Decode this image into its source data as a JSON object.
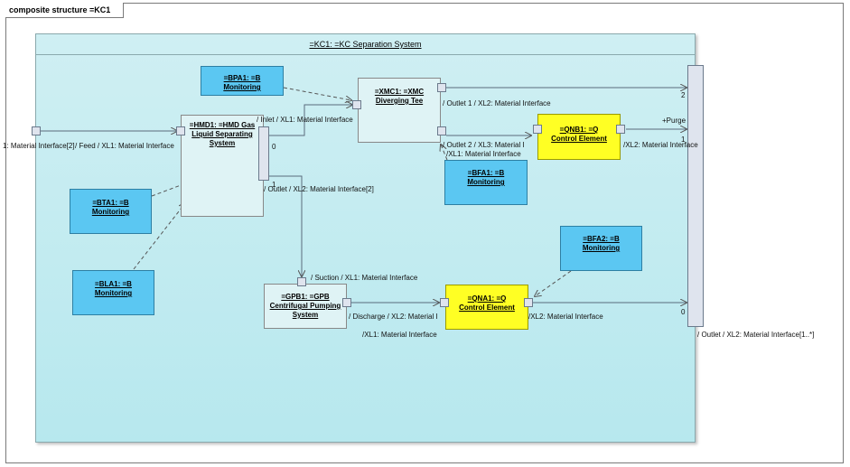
{
  "frame": {
    "title": "composite structure =KC1"
  },
  "container": {
    "title": "=KC1: =KC Separation System"
  },
  "parts": {
    "hmd1": {
      "l1": "=HMD1: =HMD Gas",
      "l2": "Liquid Separating",
      "l3": "System"
    },
    "xmc1": {
      "l1": "=XMC1: =XMC",
      "l2": "Diverging Tee"
    },
    "gpb1": {
      "l1": "=GPB1: =GPB",
      "l2": "Centrifugal Pumping",
      "l3": "System"
    },
    "qnb1": {
      "l1": "=QNB1: =Q",
      "l2": "Control Element"
    },
    "qna1": {
      "l1": "=QNA1: =Q",
      "l2": "Control Element"
    },
    "bpa1": {
      "l1": "=BPA1: =B",
      "l2": "Monitoring"
    },
    "bfa1": {
      "l1": "=BFA1: =B",
      "l2": "Monitoring"
    },
    "bta1": {
      "l1": "=BTA1: =B",
      "l2": "Monitoring"
    },
    "bla1": {
      "l1": "=BLA1: =B",
      "l2": "Monitoring"
    },
    "bfa2": {
      "l1": "=BFA2: =B",
      "l2": "Monitoring"
    }
  },
  "labels": {
    "left_port": "1: Material Interface[2]",
    "feed": "/ Feed / XL1: Material Interface",
    "inlet": "/ Inlet / XL1: Material Interface",
    "outlet1": "/ Outlet 1 / XL2: Material Interface",
    "outlet2": "/ Outlet 2 / XL3: Material I",
    "xl1_mat": "/XL1: Material Interface",
    "hmd_outlet": "/ Outlet / XL2: Material Interface[2]",
    "qnb_xl2": "/XL2: Material Interface",
    "purge": "+Purge",
    "suction": "/ Suction / XL1: Material Interface",
    "discharge": "/ Discharge / XL2: Material I",
    "qna_xl2": "/XL2: Material Interface",
    "qna_xl1": "/XL1: Material Interface",
    "main_outlet": "/ Outlet / XL2: Material Interface[1..*]",
    "mult_0a": "0",
    "mult_1a": "1",
    "mult_2": "2",
    "mult_1b": "1",
    "mult_0b": "0"
  }
}
